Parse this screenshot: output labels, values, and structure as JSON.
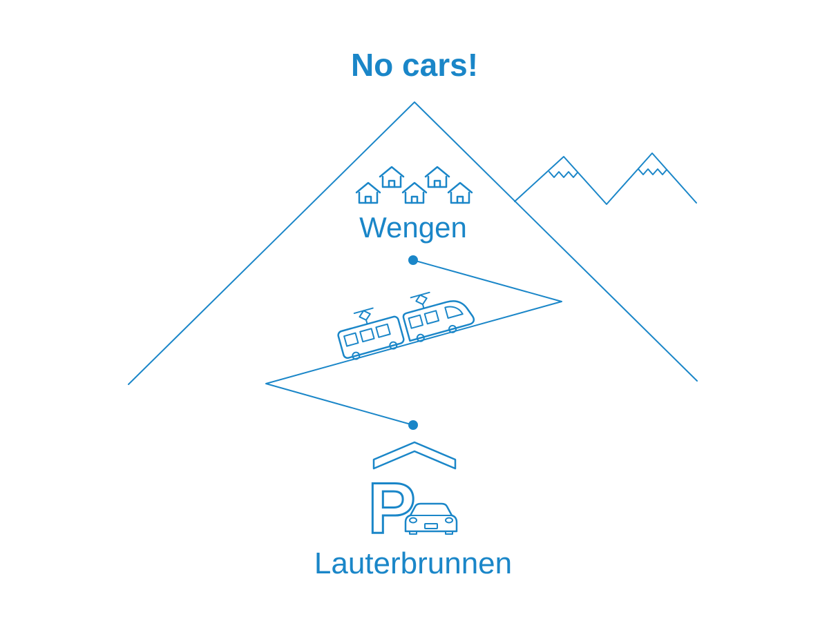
{
  "colors": {
    "accent": "#1a86c8",
    "background": "#ffffff"
  },
  "title": "No cars!",
  "diagram": {
    "type": "illustration",
    "description_elements": [
      "large-mountain-outline",
      "snowcapped-peaks",
      "village-houses",
      "cogwheel-train-on-zigzag-railway",
      "station-dots",
      "covered-parking-with-car"
    ],
    "upper_village": {
      "label": "Wengen",
      "icon": "house-icons"
    },
    "railway": {
      "icon": "train-icon",
      "path": "zigzag line between Wengen station dot and Lauterbrunnen station dot"
    },
    "lower_village": {
      "label": "Lauterbrunnen",
      "icon": "parking-garage-icon",
      "parking_letter": "P"
    }
  }
}
